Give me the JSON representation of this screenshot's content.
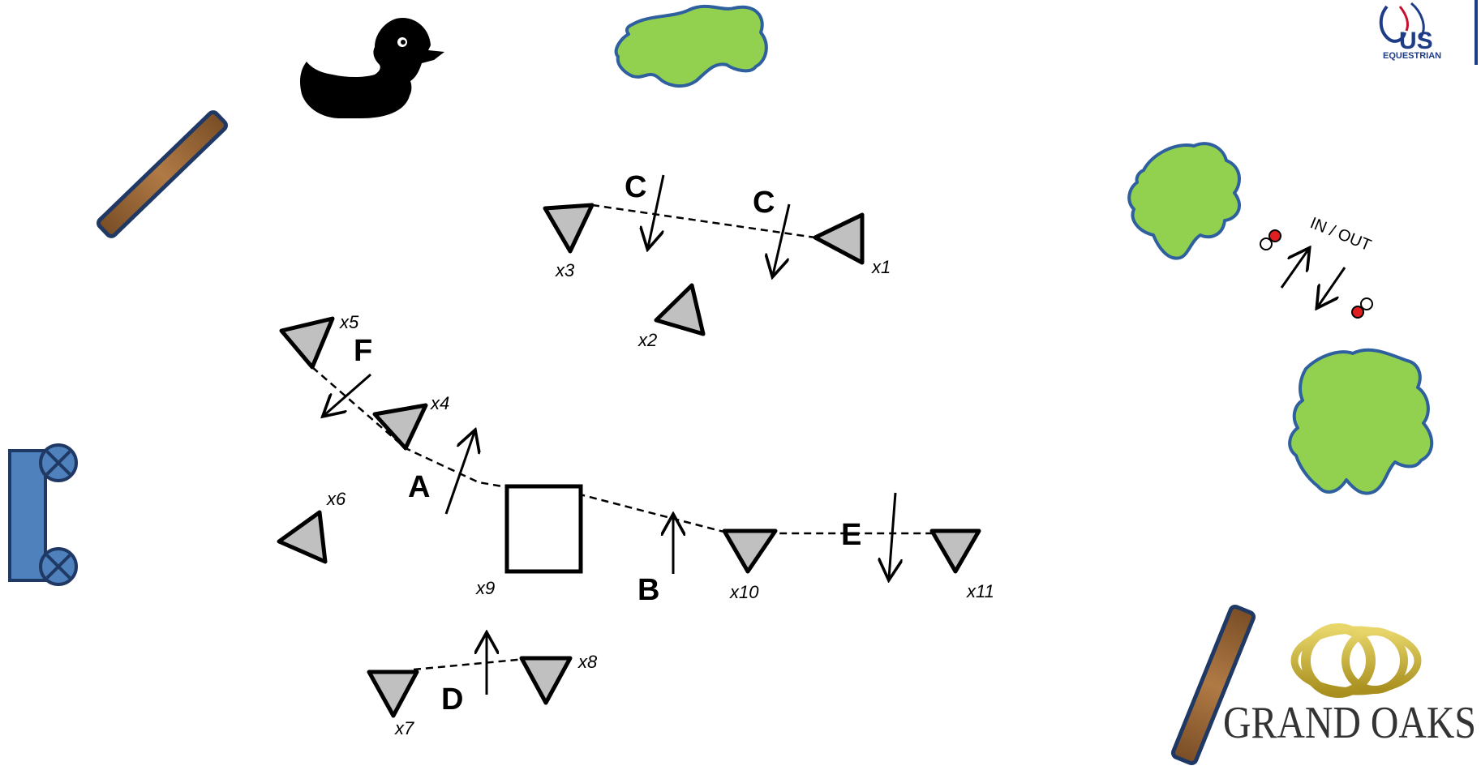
{
  "course": {
    "letters": {
      "A": "A",
      "B": "B",
      "C1": "C",
      "C2": "C",
      "D": "D",
      "E": "E",
      "F": "F"
    },
    "obstacles": {
      "x1": "x1",
      "x2": "x2",
      "x3": "x3",
      "x4": "x4",
      "x5": "x5",
      "x6": "x6",
      "x7": "x7",
      "x8": "x8",
      "x9": "x9",
      "x10": "x10",
      "x11": "x11"
    },
    "gate_label": "IN / OUT"
  },
  "logos": {
    "usef_top": "US",
    "usef_bottom": "EQUESTRIAN",
    "grand_oaks": "GRAND OAKS"
  },
  "colors": {
    "flag_fill": "#c0c0c0",
    "pond_fill": "#92d050",
    "pond_border": "#2e5f9e",
    "log_wood": "#9a6a3a",
    "cart_blue": "#4f81bd",
    "gate_red": "#e02020",
    "usef_blue": "#1f3c87",
    "grand_oaks_gold": "#c9b037"
  },
  "icons": {
    "duck": "rubber-duck-icon",
    "cart": "cart-obstacle-icon",
    "usef": "us-equestrian-logo",
    "grand_oaks": "grand-oaks-logo"
  }
}
